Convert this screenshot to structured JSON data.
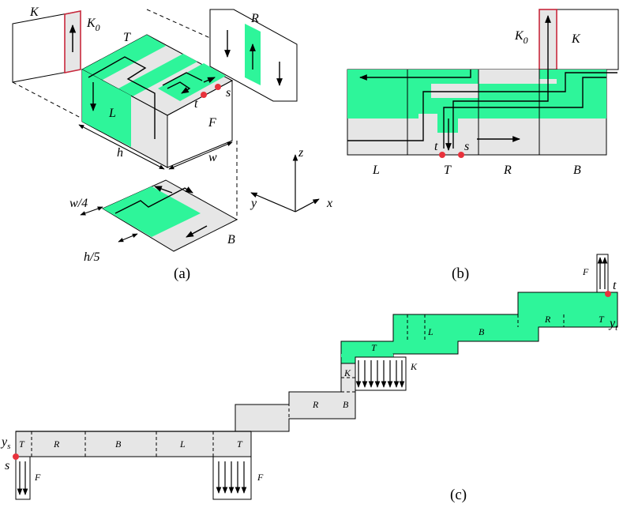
{
  "colors": {
    "green": "#2ef59a",
    "gray": "#e6e6e6",
    "point": "#e8323c",
    "k0_frame": "#c8283c",
    "line": "#000000"
  },
  "panel_a": {
    "caption": "(a)",
    "face_labels": {
      "K": "K",
      "K0": "K",
      "K0_sub": "0",
      "T": "T",
      "R": "R",
      "L": "L",
      "F": "F",
      "B": "B"
    },
    "points": {
      "t": "t",
      "s": "s"
    },
    "dims": {
      "h": "h",
      "w": "w",
      "w4": "w/4",
      "h5": "h/5"
    },
    "axes": {
      "x": "x",
      "y": "y",
      "z": "z"
    }
  },
  "panel_b": {
    "caption": "(b)",
    "face_labels": {
      "K0": "K",
      "K0_sub": "0",
      "K": "K",
      "L": "L",
      "T": "T",
      "R": "R",
      "B": "B"
    },
    "points": {
      "t": "t",
      "s": "s"
    }
  },
  "panel_c": {
    "caption": "(c)",
    "segment_labels": {
      "T1": "T",
      "R1": "R",
      "B1": "B",
      "L1": "L",
      "T2": "T",
      "R2": "R",
      "B2": "B",
      "K1": "K",
      "T3": "T",
      "L3": "L",
      "B3": "B",
      "R3": "R",
      "T4": "T"
    },
    "face_labels": {
      "F_left": "F",
      "F_mid": "F",
      "K_right": "K",
      "F_top": "F"
    },
    "points": {
      "s": "s",
      "t": "t"
    },
    "y_labels": {
      "ys": "y",
      "ys_sub": "s",
      "yt": "y",
      "yt_sub": "t"
    }
  }
}
